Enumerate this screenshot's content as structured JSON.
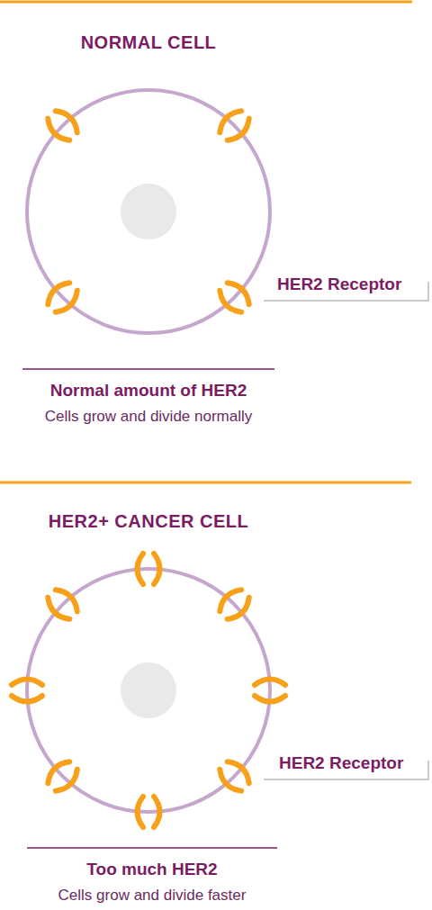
{
  "diagram": {
    "nodes": [
      {
        "text": [
          "NORMAL CELL"
        ]
      },
      {
        "text": [
          "HER2+ CANCER CELL"
        ]
      }
    ],
    "labels": [
      "HER2 Receptor",
      "Normal amount of HER2",
      "Cells grow and divide normally",
      "HER2 Receptor",
      "Too much HER2",
      "Cells grow and divide faster"
    ]
  }
}
